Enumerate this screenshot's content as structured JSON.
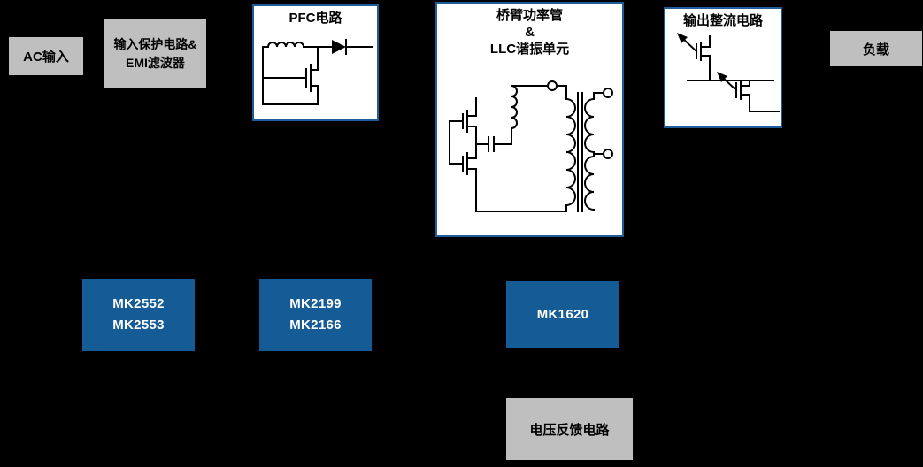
{
  "colors": {
    "background": "#000000",
    "gray_block_bg": "#BFBFBF",
    "gray_block_text": "#000000",
    "chip_block_bg": "#155B96",
    "chip_block_text": "#FFFFFF",
    "circuit_box_bg": "#FFFFFF",
    "circuit_box_border": "#1F5C99",
    "schematic_stroke": "#000000"
  },
  "blocks": {
    "ac_input": {
      "label": "AC输入"
    },
    "input_protection": {
      "line1": "输入保护电路&",
      "line2": "EMI滤波器"
    },
    "pfc": {
      "title": "PFC电路"
    },
    "llc": {
      "title_line1": "桥臂功率管",
      "title_line2": "&",
      "title_line3": "LLC谐振单元"
    },
    "output_rectifier": {
      "title": "输出整流电路"
    },
    "load": {
      "label": "负载"
    },
    "chip_emi": {
      "line1": "MK2552",
      "line2": "MK2553"
    },
    "chip_pfc": {
      "line1": "MK2199",
      "line2": "MK2166"
    },
    "chip_llc": {
      "line1": "MK1620"
    },
    "feedback": {
      "label": "电压反馈电路"
    }
  },
  "icons": {
    "pfc_schematic": "boost-converter-circuit",
    "llc_schematic": "half-bridge-llc-transformer-circuit",
    "rectifier_schematic": "synchronous-rectifier-circuit"
  }
}
